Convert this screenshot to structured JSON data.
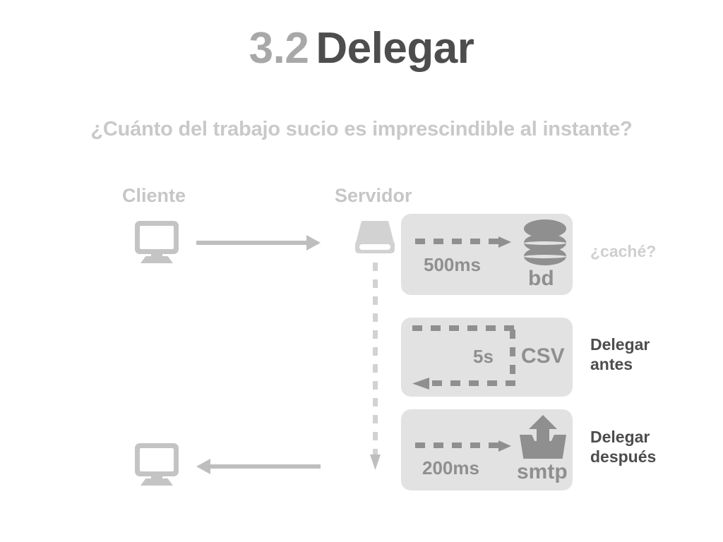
{
  "slide": {
    "title_number": "3.2",
    "title_word": "Delegar",
    "subtitle": "¿Cuánto del trabajo sucio es imprescindible al instante?"
  },
  "columns": {
    "client_label": "Cliente",
    "server_label": "Servidor"
  },
  "icons": {
    "client_top": "monitor-icon",
    "client_bottom": "monitor-icon",
    "server": "hard-drive-icon",
    "database": "database-icon",
    "outbox": "outbox-upload-icon"
  },
  "flows": [
    {
      "id": "bd",
      "latency": "500ms",
      "service": "bd",
      "arrow": "dashed-arrow-right",
      "note": "¿caché?",
      "note_tone": "muted"
    },
    {
      "id": "csv",
      "latency": "5s",
      "service": "CSV",
      "arrow": "dashed-loop-return",
      "note": "Delegar\nantes",
      "note_tone": "strong"
    },
    {
      "id": "smtp",
      "latency": "200ms",
      "service": "smtp",
      "arrow": "dashed-arrow-right",
      "note": "Delegar\ndespués",
      "note_tone": "strong"
    }
  ],
  "colors": {
    "background": "#ffffff",
    "title_number": "#a8a8a8",
    "title_word": "#4d4d4d",
    "subtitle": "#c9c9c9",
    "column_label": "#c6c6c6",
    "panel_fill": "#e2e2e2",
    "panel_ink": "#8f8f8f",
    "outline_icon": "#c4c4c4",
    "note_muted": "#cfcfcf",
    "note_strong": "#4d4d4d"
  }
}
